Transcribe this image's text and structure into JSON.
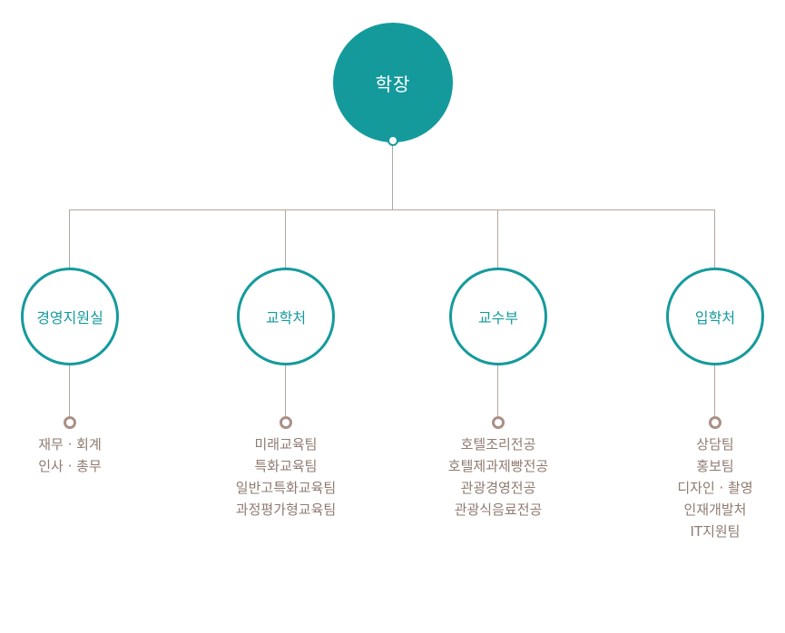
{
  "root": {
    "label": "학장"
  },
  "departments": [
    {
      "label": "경영지원실",
      "teams": [
        "재무 · 회계",
        "인사 · 총무"
      ]
    },
    {
      "label": "교학처",
      "teams": [
        "미래교육팀",
        "특화교육팀",
        "일반고특화교육팀",
        "과정평가형교육팀"
      ]
    },
    {
      "label": "교수부",
      "teams": [
        "호텔조리전공",
        "호텔제과제빵전공",
        "관광경영전공",
        "관광식음료전공"
      ]
    },
    {
      "label": "입학처",
      "teams": [
        "상담팀",
        "홍보팀",
        "디자인 · 촬영",
        "인재개발처",
        "IT지원팀"
      ]
    }
  ],
  "colors": {
    "teal": "#159a9c",
    "connector": "#b3a79d",
    "team_text": "#8f7b71",
    "team_dot": "#a99086"
  }
}
